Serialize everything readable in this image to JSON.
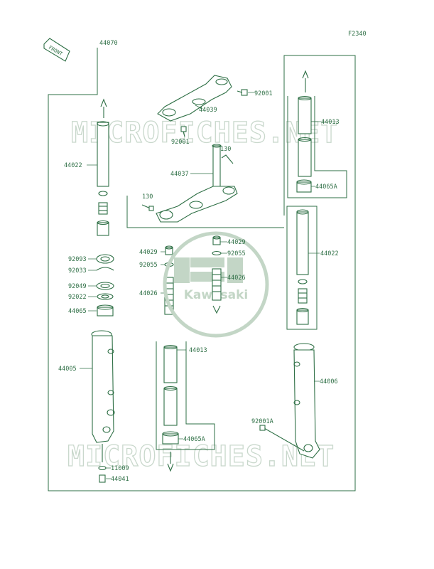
{
  "figure_code": "F2340",
  "front_label": "FRONT",
  "brand": {
    "logo_text": "Kawasaki",
    "color": "#2e6f45"
  },
  "watermark": "MICROFICHES.NET",
  "part_labels": {
    "p44070": "44070",
    "p92001_top": "92001",
    "p44039": "44039",
    "p92001_mid": "92001",
    "p130_right": "130",
    "p44037": "44037",
    "p130_left": "130",
    "p44013_right": "44013",
    "p44065A_right": "44065A",
    "p44022_left": "44022",
    "p44022_right": "44022",
    "p92093": "92093",
    "p92033": "92033",
    "p92049": "92049",
    "p92022": "92022",
    "p44065": "44065",
    "p44029_left": "44029",
    "p92055_left": "92055",
    "p44026_left": "44026",
    "p44029_right": "44029",
    "p92055_right": "92055",
    "p44026_right": "44026",
    "p44005": "44005",
    "p44013_bottom": "44013",
    "p44065A_bottom": "44065A",
    "p44006": "44006",
    "p92001A": "92001A",
    "p11009": "11009",
    "p44041": "44041"
  }
}
